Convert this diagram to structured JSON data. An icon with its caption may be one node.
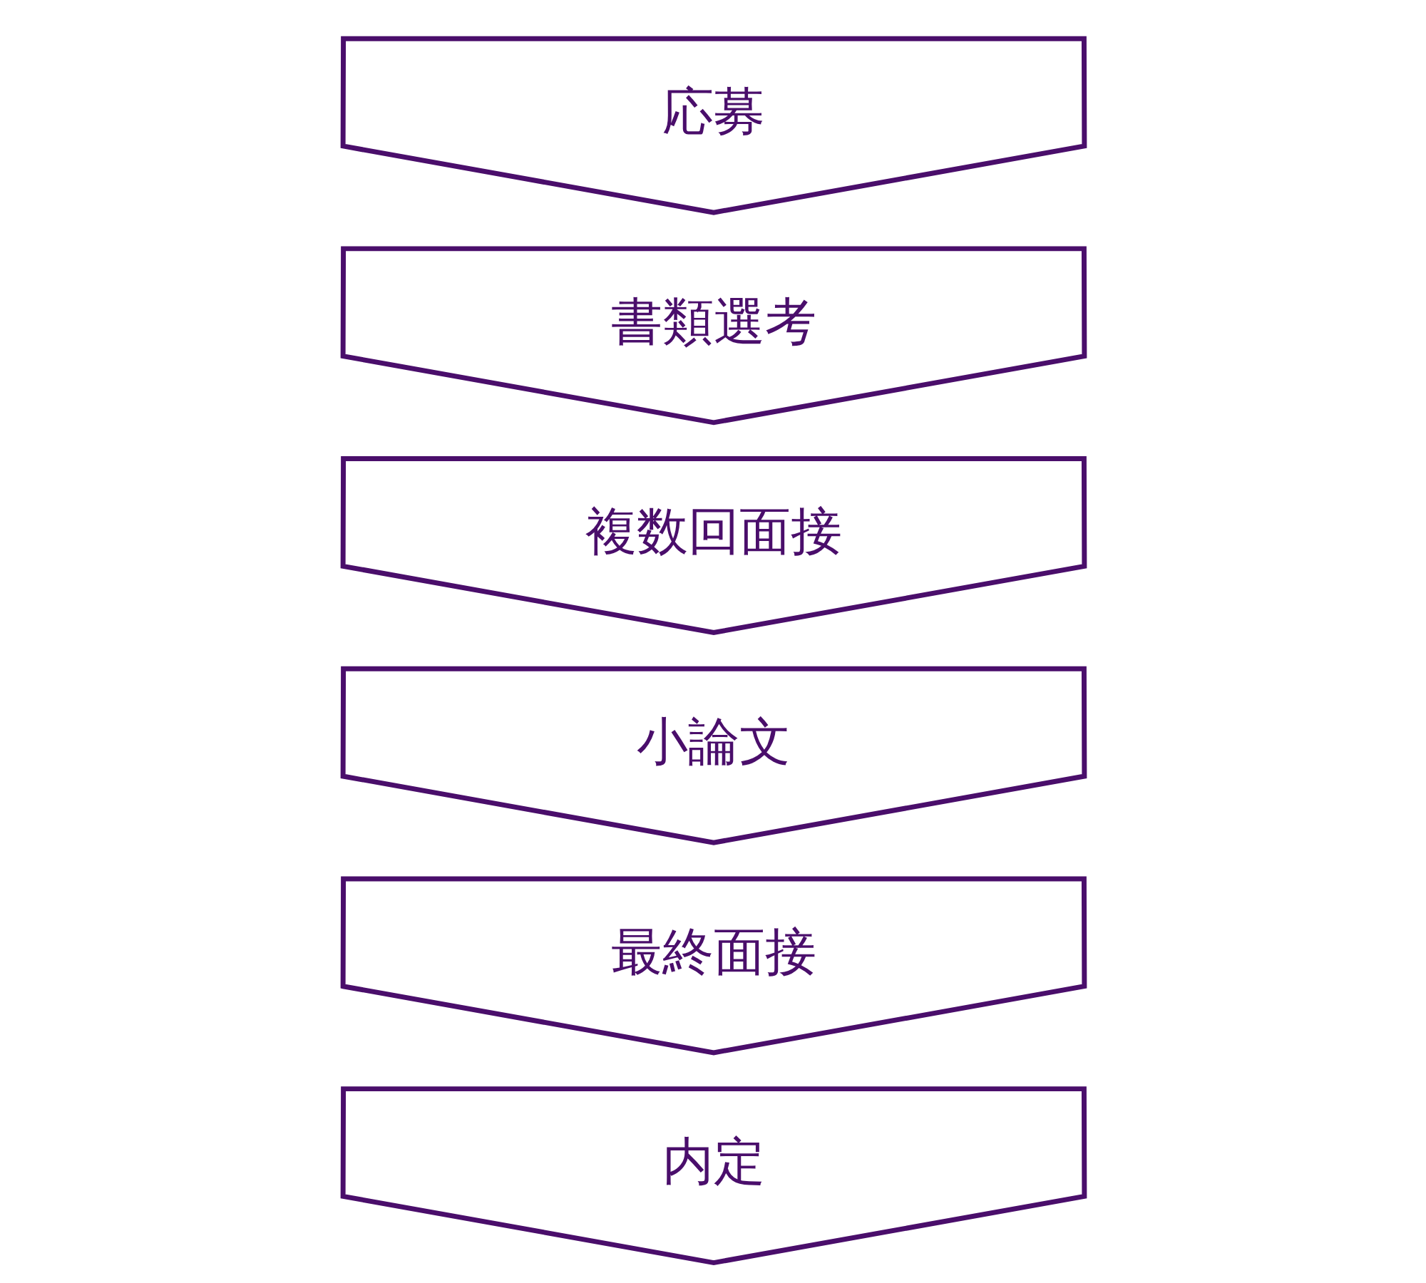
{
  "diagram": {
    "nodes": [
      {
        "text": [
          "応募"
        ]
      },
      {
        "text": [
          "書類選考"
        ]
      },
      {
        "text": [
          "複数回面接"
        ]
      },
      {
        "text": [
          "小論文"
        ]
      },
      {
        "text": [
          "最終面接"
        ]
      },
      {
        "text": [
          "内定"
        ]
      }
    ]
  }
}
